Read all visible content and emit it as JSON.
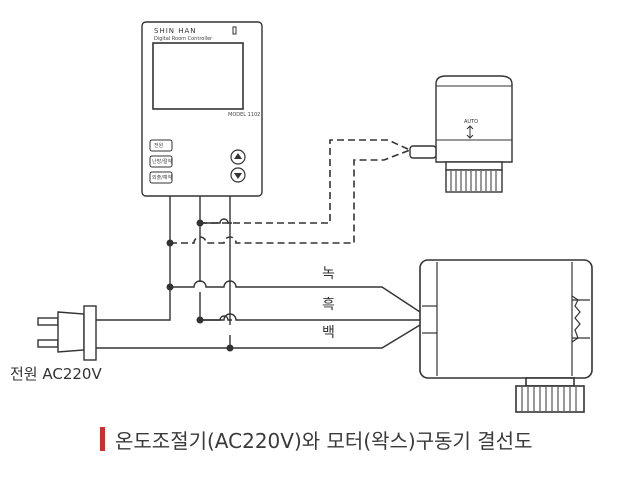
{
  "controller": {
    "brand": "SHIN HAN",
    "subtitle": "Digital Room Controller",
    "model": "MODEL 1102",
    "buttons": [
      "전원",
      "난방/절약",
      "외출/예약"
    ]
  },
  "actuator": {
    "mode_label": "AUTO"
  },
  "wires": {
    "green": "녹",
    "black": "흑",
    "white": "백"
  },
  "power_label": "전원 AC220V",
  "caption": "온도조절기(AC220V)와 모터(왁스)구동기 결선도",
  "colors": {
    "accent": "#d52b2b",
    "line": "#333333"
  }
}
